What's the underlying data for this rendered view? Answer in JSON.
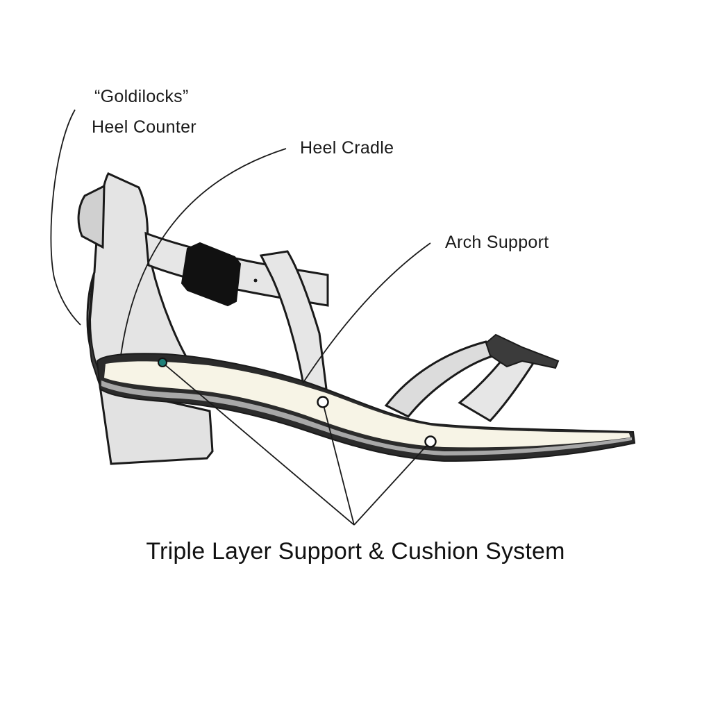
{
  "callouts": {
    "heel_counter_line1": "“Goldilocks”",
    "heel_counter_line2": "Heel Counter",
    "heel_cradle": "Heel Cradle",
    "arch_support": "Arch Support",
    "system": "Triple Layer Support & Cushion System"
  },
  "colors": {
    "outline": "#1a1a1a",
    "leather": "#e4e4e4",
    "sole_dark": "#2b2b2b",
    "cushion": "#f7f4e6",
    "accent_dot": "#1f7f78"
  }
}
